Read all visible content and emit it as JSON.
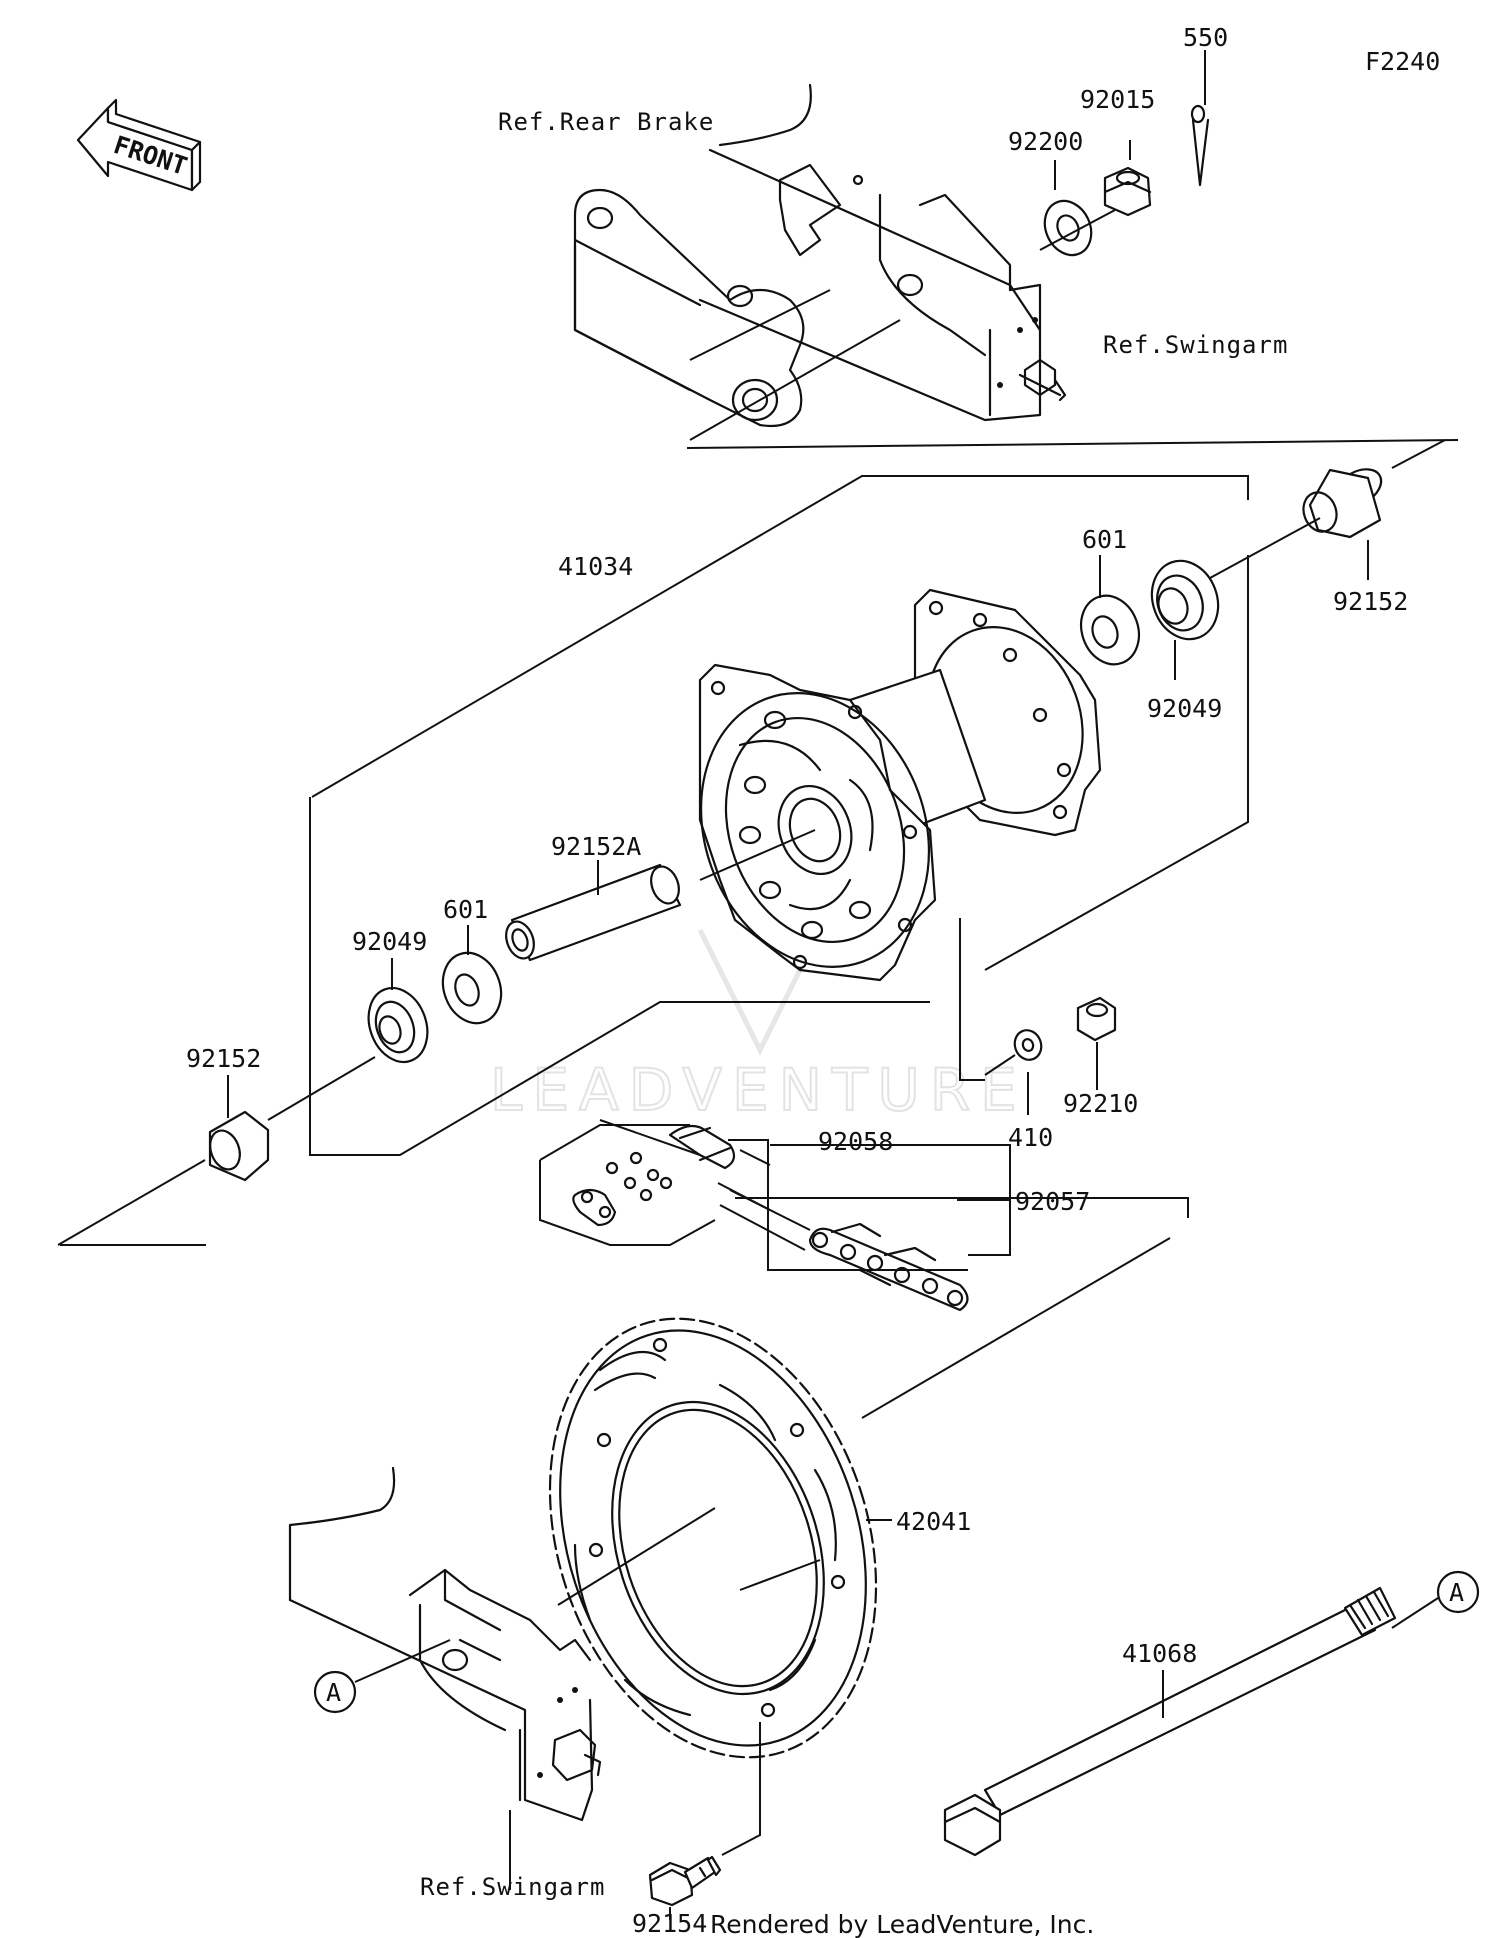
{
  "diagram_code": "F2240",
  "front_label": "FRONT",
  "watermark": "LEADVENTURE",
  "footer": "Rendered by LeadVenture, Inc.",
  "labels": {
    "p550": "550",
    "p92015": "92015",
    "p92200": "92200",
    "ref_rear_brake": "Ref.Rear Brake",
    "ref_swingarm_top": "Ref.Swingarm",
    "p41034": "41034",
    "p601_right": "601",
    "p92152_right": "92152",
    "p92049_right": "92049",
    "p92152A": "92152A",
    "p601_left": "601",
    "p92049_left": "92049",
    "p92152_left": "92152",
    "p410": "410",
    "p92210": "92210",
    "p92058": "92058",
    "p92057": "92057",
    "p42041": "42041",
    "callout_a_right": "A",
    "callout_a_left": "A",
    "p41068": "41068",
    "ref_swingarm_bottom": "Ref.Swingarm",
    "p92154": "92154"
  }
}
